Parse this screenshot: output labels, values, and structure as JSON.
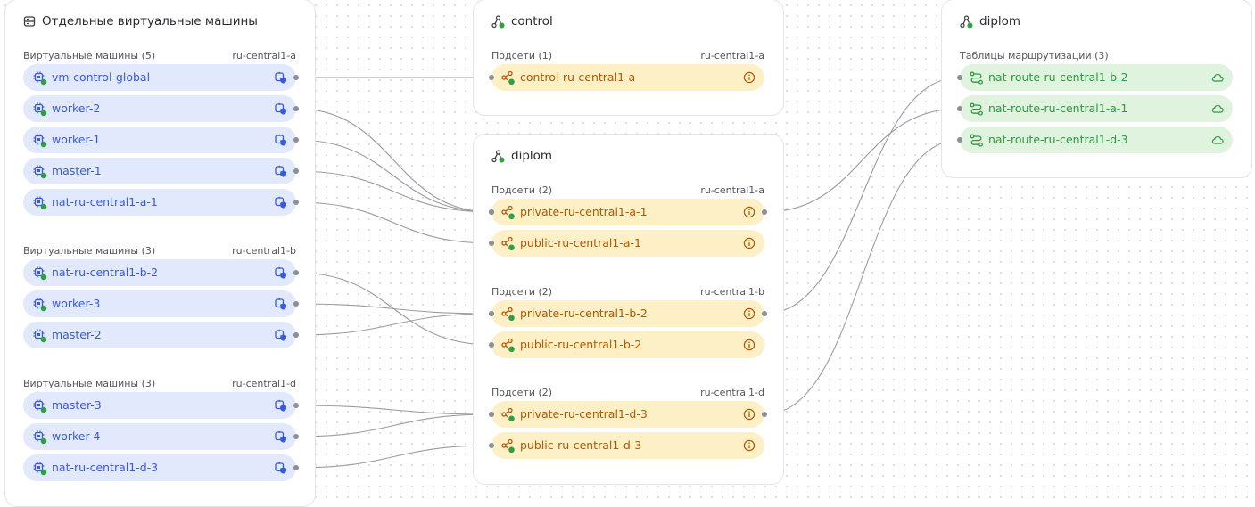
{
  "colors": {
    "vm_bg": "#e3e9fc",
    "vm_text": "#3a5bd8",
    "subnet_bg": "#fdefc6",
    "subnet_text": "#b05a00",
    "route_bg": "#dff3df",
    "route_text": "#2c9a3e",
    "status_green": "#2ea043",
    "connector": "#9b9ca3"
  },
  "vm_panel": {
    "title": "Отдельные виртуальные машины",
    "icon": "server-list-icon",
    "groups": [
      {
        "label": "Виртуальные машины (5)",
        "zone": "ru-central1-a",
        "items": [
          "vm-control-global",
          "worker-2",
          "worker-1",
          "master-1",
          "nat-ru-central1-a-1"
        ]
      },
      {
        "label": "Виртуальные машины (3)",
        "zone": "ru-central1-b",
        "items": [
          "nat-ru-central1-b-2",
          "worker-3",
          "master-2"
        ]
      },
      {
        "label": "Виртуальные машины (3)",
        "zone": "ru-central1-d",
        "items": [
          "master-3",
          "worker-4",
          "nat-ru-central1-d-3"
        ]
      }
    ]
  },
  "control_net": {
    "title": "control",
    "groups": [
      {
        "label": "Подсети (1)",
        "zone": "ru-central1-a",
        "items": [
          "control-ru-central1-a"
        ]
      }
    ]
  },
  "diplom_net": {
    "title": "diplom",
    "groups": [
      {
        "label": "Подсети (2)",
        "zone": "ru-central1-a",
        "items": [
          "private-ru-central1-a-1",
          "public-ru-central1-a-1"
        ]
      },
      {
        "label": "Подсети (2)",
        "zone": "ru-central1-b",
        "items": [
          "private-ru-central1-b-2",
          "public-ru-central1-b-2"
        ]
      },
      {
        "label": "Подсети (2)",
        "zone": "ru-central1-d",
        "items": [
          "private-ru-central1-d-3",
          "public-ru-central1-d-3"
        ]
      }
    ]
  },
  "route_panel": {
    "title": "diplom",
    "groups": [
      {
        "label": "Таблицы маршрутизации (3)",
        "zone": "",
        "items": [
          "nat-route-ru-central1-b-2",
          "nat-route-ru-central1-a-1",
          "nat-route-ru-central1-d-3"
        ]
      }
    ]
  },
  "connections": [
    [
      "vm-control-global",
      "control-ru-central1-a"
    ],
    [
      "worker-2",
      "private-ru-central1-a-1"
    ],
    [
      "worker-1",
      "private-ru-central1-a-1"
    ],
    [
      "master-1",
      "private-ru-central1-a-1"
    ],
    [
      "nat-ru-central1-a-1",
      "public-ru-central1-a-1"
    ],
    [
      "nat-ru-central1-b-2",
      "public-ru-central1-b-2"
    ],
    [
      "worker-3",
      "private-ru-central1-b-2"
    ],
    [
      "master-2",
      "private-ru-central1-b-2"
    ],
    [
      "master-3",
      "private-ru-central1-d-3"
    ],
    [
      "worker-4",
      "private-ru-central1-d-3"
    ],
    [
      "nat-ru-central1-d-3",
      "public-ru-central1-d-3"
    ],
    [
      "private-ru-central1-a-1",
      "nat-route-ru-central1-a-1"
    ],
    [
      "private-ru-central1-b-2",
      "nat-route-ru-central1-b-2"
    ],
    [
      "private-ru-central1-d-3",
      "nat-route-ru-central1-d-3"
    ]
  ]
}
